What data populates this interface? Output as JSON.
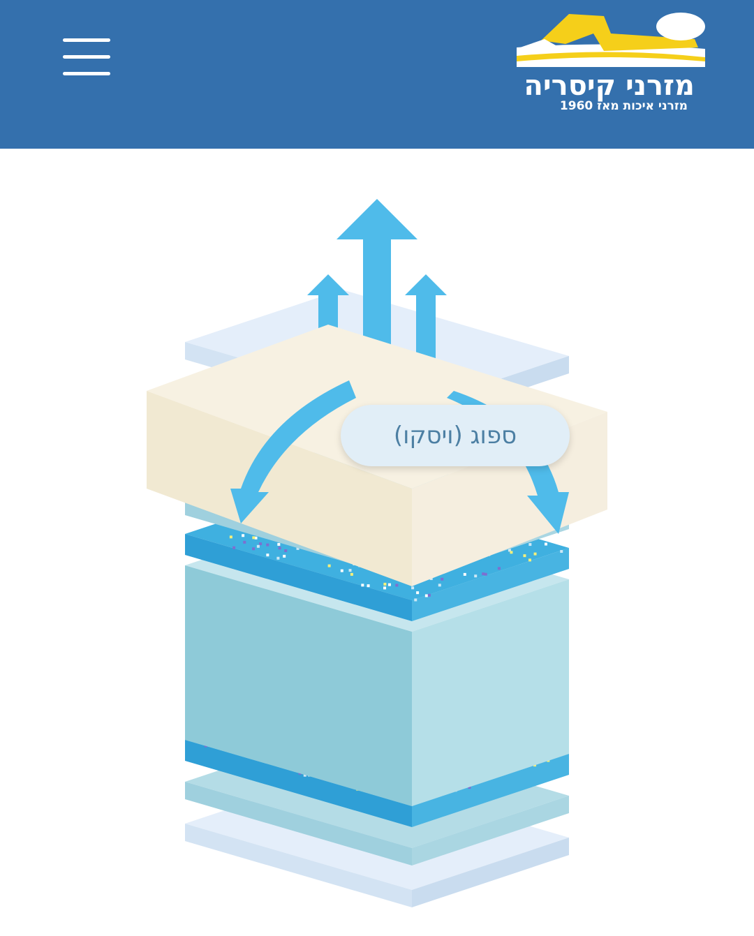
{
  "header": {
    "menu_icon": "hamburger-menu-icon",
    "logo": {
      "name": "מזרני קיסריה",
      "tagline": "מזרני איכות מאז 1960"
    }
  },
  "illustration": {
    "label": "ספוג (ויסקו)",
    "colors": {
      "arrow": "#4fbbea",
      "foam": "#f5eedd",
      "layer": "#a9d6e3",
      "sprinkle": "#3aa6dc"
    }
  }
}
